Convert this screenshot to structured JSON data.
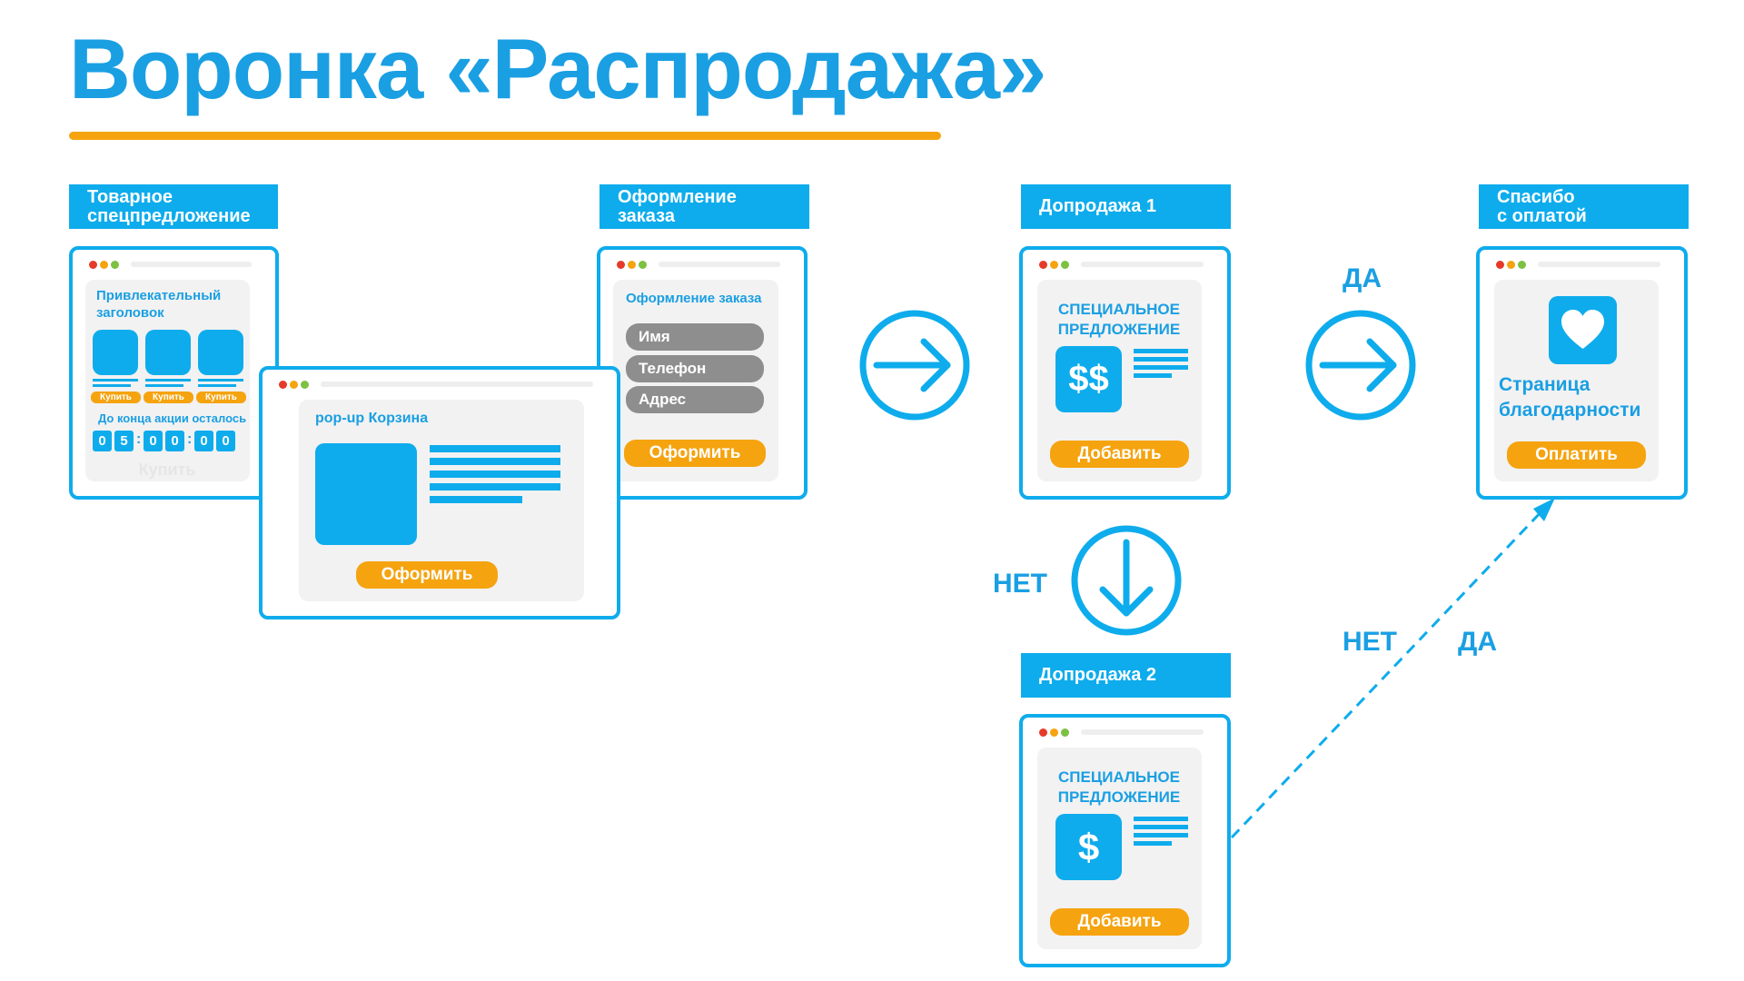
{
  "title": "Воронка «Распродажа»",
  "colors": {
    "accent_blue": "#0eacec",
    "title_blue": "#1a9fe3",
    "orange": "#f5a30f",
    "gray_field": "#8e8e8e"
  },
  "stage1": {
    "label": "Товарное\nспецпредложение",
    "headline": "Привлекательный заголовок",
    "buy_labels": [
      "Купить",
      "Купить",
      "Купить"
    ],
    "timer_caption": "До конца акции осталось",
    "timer_digits": [
      "0",
      "5",
      "0",
      "0",
      "0",
      "0"
    ],
    "faded_button": "Купить"
  },
  "popup": {
    "heading": "pop-up Корзина",
    "button": "Оформить"
  },
  "stage2": {
    "label": "Оформление\nзаказа",
    "heading": "Оформление заказа",
    "fields": [
      "Имя",
      "Телефон",
      "Адрес"
    ],
    "button": "Оформить"
  },
  "upsell1": {
    "label": "Допродажа 1",
    "offer": "СПЕЦИАЛЬНОЕ ПРЕДЛОЖЕНИЕ",
    "price_icon": "$$",
    "button": "Добавить"
  },
  "upsell2": {
    "label": "Допродажа 2",
    "offer": "СПЕЦИАЛЬНОЕ ПРЕДЛОЖЕНИЕ",
    "price_icon": "$",
    "button": "Добавить"
  },
  "thanks": {
    "label": "Спасибо\nс оплатой",
    "page_text": "Страница благодарности",
    "button": "Оплатить",
    "icon": "heart-icon"
  },
  "flow": {
    "yes_top": "ДА",
    "no_left": "НЕТ",
    "no_diag": "НЕТ",
    "yes_diag": "ДА"
  }
}
